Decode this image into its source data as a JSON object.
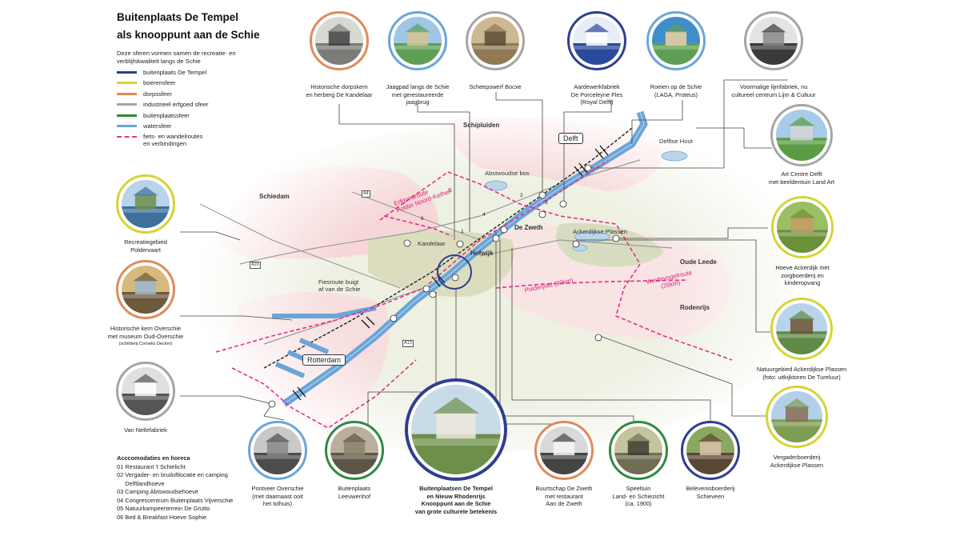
{
  "title_line1": "Buitenplaats De Tempel",
  "title_line2": "als knooppunt aan de Schie",
  "intro": "Deze sferen vormen samen de recreatie- en verblijfskwaliteit langs de Schie",
  "colors": {
    "tempel": "#2e3f8f",
    "boeren": "#d5d433",
    "dorps": "#e08a5a",
    "industrie": "#a5a5a5",
    "buiten": "#2f8a3e",
    "water": "#6aa5d8",
    "route": "#e0318c"
  },
  "legend": [
    {
      "label": "buitenplaats De Tempel",
      "color": "#2e3f8f"
    },
    {
      "label": "boerensfeer",
      "color": "#d5d433"
    },
    {
      "label": "dorpssfeer",
      "color": "#e08a5a"
    },
    {
      "label": "industrieel erfgoed sfeer",
      "color": "#a5a5a5"
    },
    {
      "label": "buitenplaatssfeer",
      "color": "#2f8a3e"
    },
    {
      "label": "watersfeer",
      "color": "#6aa5d8"
    }
  ],
  "legend_route_label": "fiets- en wandelroutes\nen verbindingen",
  "accommodations": {
    "title": "Acccomodaties en horeca",
    "items": [
      "01 Restaurant 't Schielicht",
      "02 Vergader- en bruiloftlocatie en camping",
      "     Delftlandhoeve",
      "03 Camping Abtswoudsehoeve",
      "04 Congrescentrum Buitenplaats Vijverschie",
      "05 Natuurkampeerterrein De Grutto",
      "06 Bed & Breakfast Hoeve Sophie"
    ]
  },
  "places": [
    {
      "caption": "Historische dorpskern\nen herberg De Kandelaar",
      "icon": "historic-village-photo-icon",
      "sphere": "dorps"
    },
    {
      "caption": "Jaagpad langs de Schie\nmet gerestaureerde\njaagbrug",
      "icon": "towpath-photo-icon",
      "sphere": "water"
    },
    {
      "caption": "Scheepswerf Bocxe",
      "icon": "shipyard-photo-icon",
      "sphere": "industrie"
    },
    {
      "caption": "Aardewerkfabriek\nDe Porceleyne Fles\n(Royal Delft)",
      "icon": "delft-vase-photo-icon",
      "sphere": "tempel"
    },
    {
      "caption": "Roeien op de Schie\n(LAGA, Proteus)",
      "icon": "rowing-photo-icon",
      "sphere": "water"
    },
    {
      "caption": "Voormalige lijmfabriek, nu\ncultureel centrum Lijm & Cultuur",
      "icon": "glue-factory-photo-icon",
      "sphere": "industrie"
    },
    {
      "caption": "Art Centre Delft\nmet beeldentuin Land Art",
      "icon": "art-centre-photo-icon",
      "sphere": "industrie"
    },
    {
      "caption": "Hoeve Ackerdijk met\nzorgboerderij en\nkinderopvang",
      "icon": "care-farm-photo-icon",
      "sphere": "boeren"
    },
    {
      "caption": "Natuurgebied Ackerdijkse Plassen\n(foto: uitkijktoren De Tureluur)",
      "icon": "watchtower-photo-icon",
      "sphere": "boeren"
    },
    {
      "caption": "Vergaderboerderij\nAckerdijkse Plassen",
      "icon": "meeting-farm-photo-icon",
      "sphere": "boeren"
    },
    {
      "caption": "Belevenisboerderij\nSchieveen",
      "icon": "experience-farm-photo-icon",
      "sphere": "tempel"
    },
    {
      "caption": "Speeltuin\nLand- en Schiezicht\n(ca. 1900)",
      "icon": "playground-photo-icon",
      "sphere": "buiten"
    },
    {
      "caption": "Buurtschap De Zweth\nmet restaurant\nAan de Zweth",
      "icon": "zweth-house-photo-icon",
      "sphere": "dorps"
    },
    {
      "caption": "Buitenplaatsen De Tempel\nen Nieuw Rhodenrijs\nKnooppunt aan de Schie\nvan grote culturele betekenis",
      "icon": "tempel-estate-photo-icon",
      "sphere": "tempel"
    },
    {
      "caption": "Buitenplaats\nLeeuwenhof",
      "icon": "leeuwenhof-photo-icon",
      "sphere": "buiten"
    },
    {
      "caption": "Pontveer Overschie\n(met daarnaast ooit\nhet tolhuis)",
      "icon": "ferry-photo-icon",
      "sphere": "water"
    },
    {
      "caption": "Van Nellefabriek",
      "icon": "van-nelle-photo-icon",
      "sphere": "industrie"
    },
    {
      "caption": "Historische kern Overschie\nmet museum Oud-Overschie",
      "caption_small": "(schilderij Cornelis Decker)",
      "icon": "painting-photo-icon",
      "sphere": "dorps"
    },
    {
      "caption": "Recreatiegebied\nPoldervaart",
      "icon": "lake-photo-icon",
      "sphere": "boeren"
    }
  ],
  "map_labels": {
    "schipluiden": "Schipluiden",
    "delft": "Delft",
    "delftse_hout": "Delftse Hout",
    "abtswoudse_bos": "Abstwoudse bos",
    "schiedam": "Schiedam",
    "kandelaar": "Kandelaar",
    "de_zweth": "De Zweth",
    "hofwijk": "Hofwijk",
    "ackerdijkse_plassen": "Ackerdijkse Plassen",
    "oude_leede": "Oude Leede",
    "rodenrijs": "Rodenrijs",
    "rotterdam": "Rotterdam",
    "fiesroute": "Fiesroute buigt\naf van de Schie",
    "erfgoedroute": "Erfgoedroute\nPolder Noord-Kethel",
    "polderpad": "Polderpad (30km)",
    "weidevogelroute": "Weidevogelroute\n(26km)",
    "road_a4": "A4",
    "road_a20": "A20",
    "road_a13": "A13",
    "n1": "1",
    "n2": "2",
    "n3": "3",
    "n4": "4",
    "n5": "5",
    "n6": "6"
  }
}
